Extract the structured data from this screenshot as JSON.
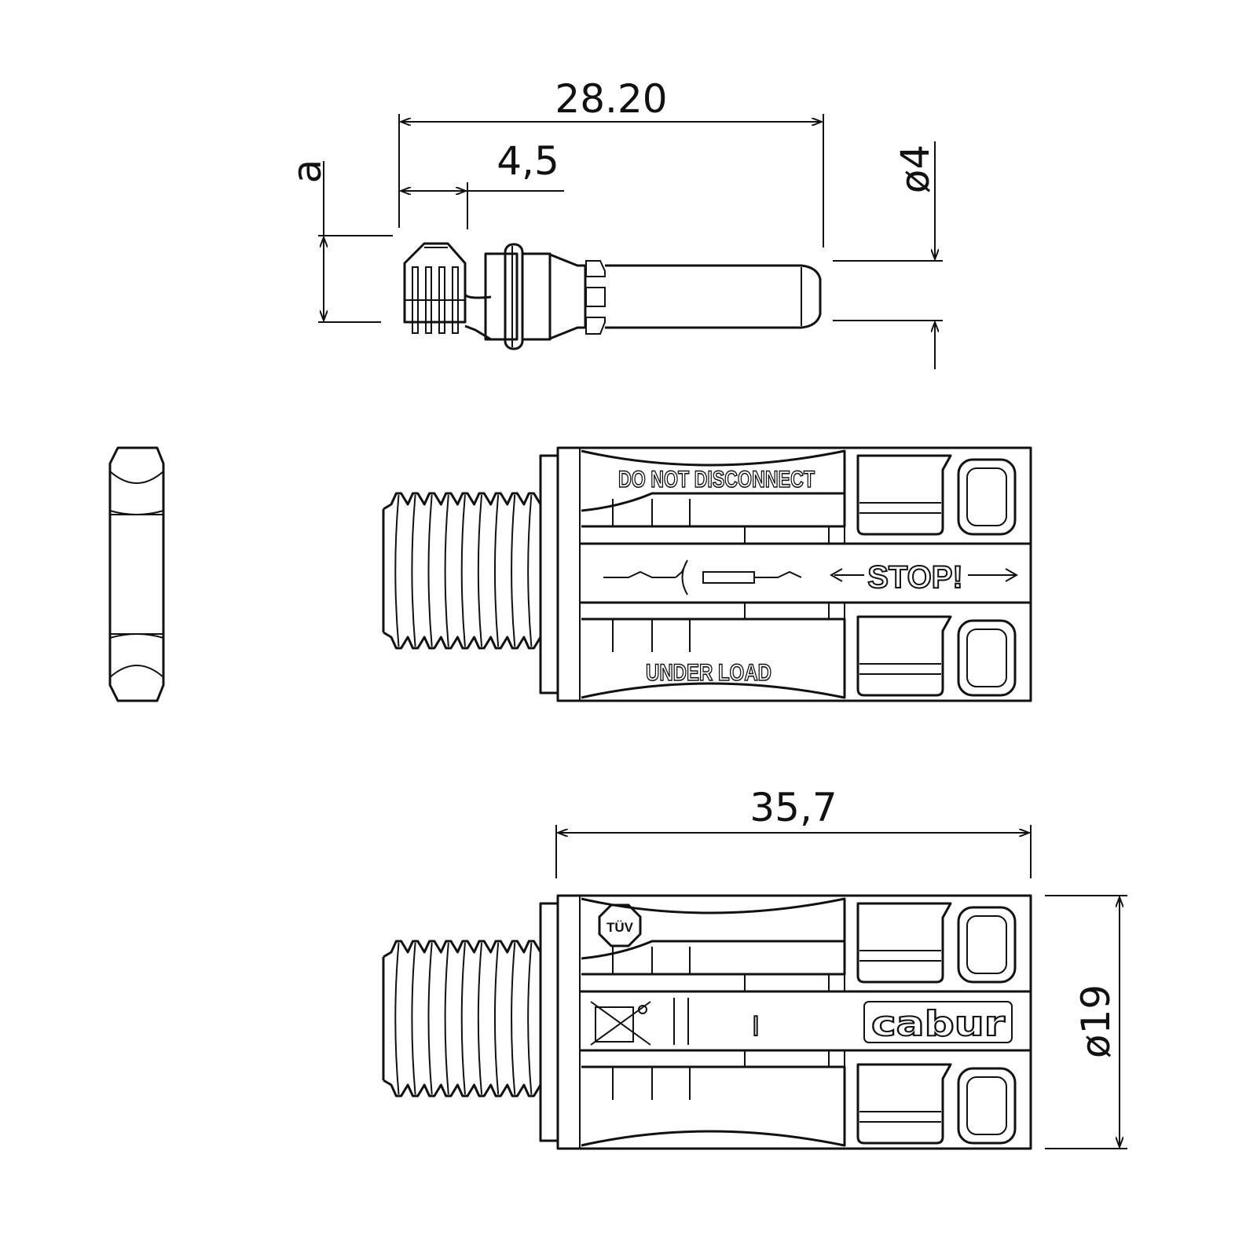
{
  "pin_view": {
    "overall_length": "28.20",
    "crimp_length": "4,5",
    "crimp_height_label": "a",
    "pin_diameter": "ø4"
  },
  "side_view": {
    "top_label": "DO NOT DISCONNECT",
    "middle_label": "STOP!",
    "bottom_label": "UNDER LOAD"
  },
  "bottom_view": {
    "overall_length": "35,7",
    "diameter": "ø19",
    "cert_mark": "TÜV",
    "polarity_mark": "I",
    "brand_logo": "cabur"
  }
}
